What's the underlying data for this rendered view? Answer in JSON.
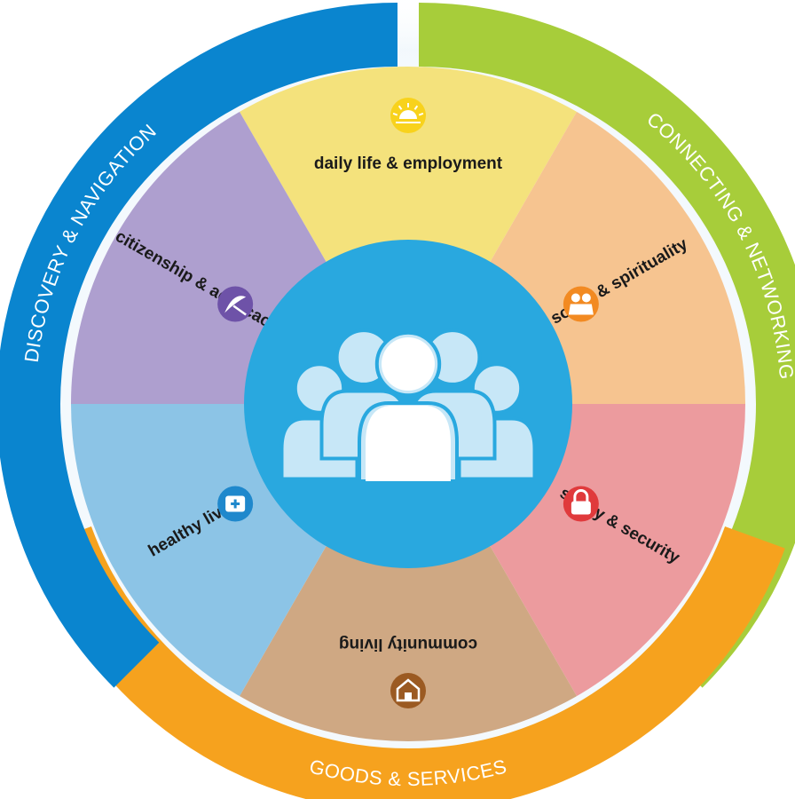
{
  "diagram": {
    "outer_ring": [
      {
        "id": "discovery",
        "label": "DISCOVERY & NAVIGATION",
        "color": "#0a85cf"
      },
      {
        "id": "connecting",
        "label": "CONNECTING & NETWORKING",
        "color": "#a7cd3a"
      },
      {
        "id": "goods",
        "label": "GOODS & SERVICES",
        "color": "#f6a21e"
      }
    ],
    "segments": [
      {
        "id": "daily",
        "label": "daily life & employment",
        "color": "#f4e27c",
        "icon": "sunrise-icon",
        "icon_color": "#f8d21c"
      },
      {
        "id": "social",
        "label": "social & spirituality",
        "color": "#f6c490",
        "icon": "people-icon",
        "icon_color": "#f28a22"
      },
      {
        "id": "safety",
        "label": "safety & security",
        "color": "#ec9b9e",
        "icon": "lock-icon",
        "icon_color": "#e03a3c"
      },
      {
        "id": "community",
        "label": "community living",
        "color": "#cfa883",
        "icon": "house-icon",
        "icon_color": "#9b5a22"
      },
      {
        "id": "healthy",
        "label": "healthy living",
        "color": "#8cc4e6",
        "icon": "health-icon",
        "icon_color": "#1f88cc"
      },
      {
        "id": "citizenship",
        "label": "citizenship & advocacy",
        "color": "#ae9fcf",
        "icon": "advocacy-icon",
        "icon_color": "#6e52a8"
      }
    ],
    "center": {
      "icon": "people-group-icon",
      "color": "#29a8df",
      "icon_color": "#c7e7f7"
    }
  }
}
